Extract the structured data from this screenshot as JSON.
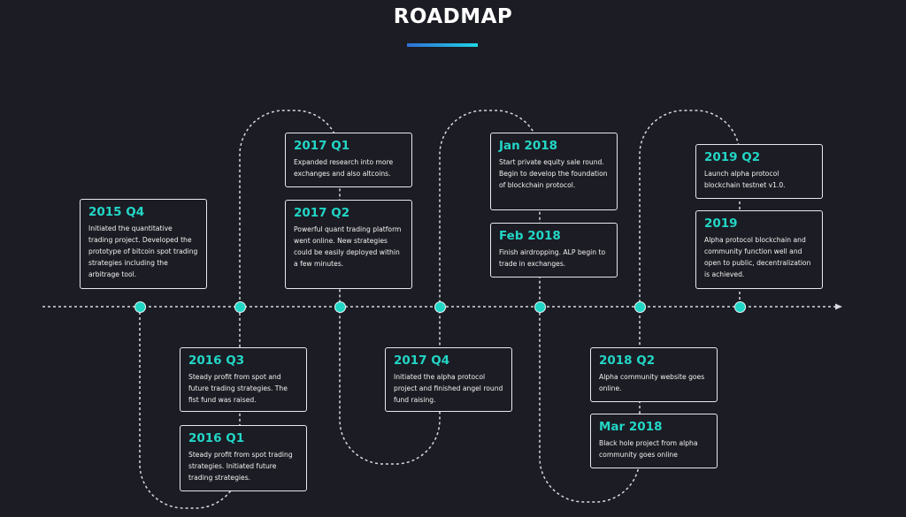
{
  "page": {
    "title": "ROADMAP"
  },
  "colors": {
    "background": "#1c1c24",
    "accent": "#22d6c6",
    "underline_start": "#2f6fd6",
    "underline_end": "#1fd6e6",
    "card_border": "#e8e8ee"
  },
  "milestones": [
    {
      "title": "2015 Q4",
      "text": "Initiated the quantitative trading project. Developed the prototype of bitcoin spot trading strategies including the arbitrage tool."
    },
    {
      "title": "2016 Q3",
      "text": "Steady profit from spot and future trading strategies. The fist fund was raised."
    },
    {
      "title": "2016 Q1",
      "text": "Steady profit from spot trading strategies. Initiated future trading strategies."
    },
    {
      "title": "2017 Q1",
      "text": "Expanded research into more exchanges and also altcoins."
    },
    {
      "title": "2017 Q2",
      "text": "Powerful quant trading platform went online. New strategies could be easily deployed within a few minutes."
    },
    {
      "title": "2017 Q4",
      "text": "Initiated the alpha protocol project and finished angel round fund raising."
    },
    {
      "title": "Jan 2018",
      "text": "Start private equity sale round. Begin to develop the foundation of blockchain protocol."
    },
    {
      "title": "Feb 2018",
      "text": "Finish airdropping. ALP begin to trade in exchanges."
    },
    {
      "title": "2018 Q2",
      "text": "Alpha community website goes online."
    },
    {
      "title": "Mar 2018",
      "text": "Black hole project from alpha community goes online"
    },
    {
      "title": "2019 Q2",
      "text": "Launch alpha protocol blockchain testnet v1.0."
    },
    {
      "title": "2019",
      "text": "Alpha protocol blockchain and community function well and open to public, decentralization is achieved."
    }
  ]
}
